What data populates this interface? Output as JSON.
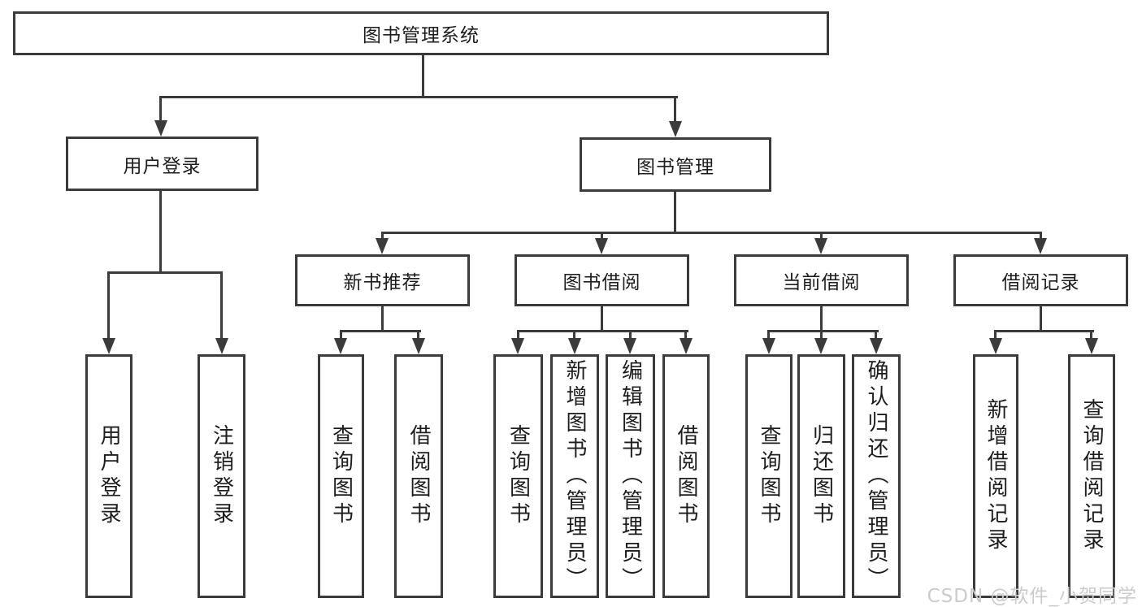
{
  "tree": {
    "root": {
      "label": "图书管理系统",
      "children": [
        {
          "label": "用户登录",
          "children": [
            {
              "label": "用户登录"
            },
            {
              "label": "注销登录"
            }
          ]
        },
        {
          "label": "图书管理",
          "children": [
            {
              "label": "新书推荐",
              "children": [
                {
                  "label": "查询图书"
                },
                {
                  "label": "借阅图书"
                }
              ]
            },
            {
              "label": "图书借阅",
              "children": [
                {
                  "label": "查询图书"
                },
                {
                  "label": "新增图书（管理员）"
                },
                {
                  "label": "编辑图书（管理员）"
                },
                {
                  "label": "借阅图书"
                }
              ]
            },
            {
              "label": "当前借阅",
              "children": [
                {
                  "label": "查询图书"
                },
                {
                  "label": "归还图书"
                },
                {
                  "label": "确认归还（管理员）"
                }
              ]
            },
            {
              "label": "借阅记录",
              "children": [
                {
                  "label": "新增借阅记录"
                },
                {
                  "label": "查询借阅记录"
                }
              ]
            }
          ]
        }
      ]
    }
  },
  "watermark": "CSDN @软件_小贺同学",
  "colors": {
    "line": "#3b3b3b",
    "text": "#1d1d1d",
    "background": "#ffffff",
    "watermark": "#cbcbcb"
  }
}
